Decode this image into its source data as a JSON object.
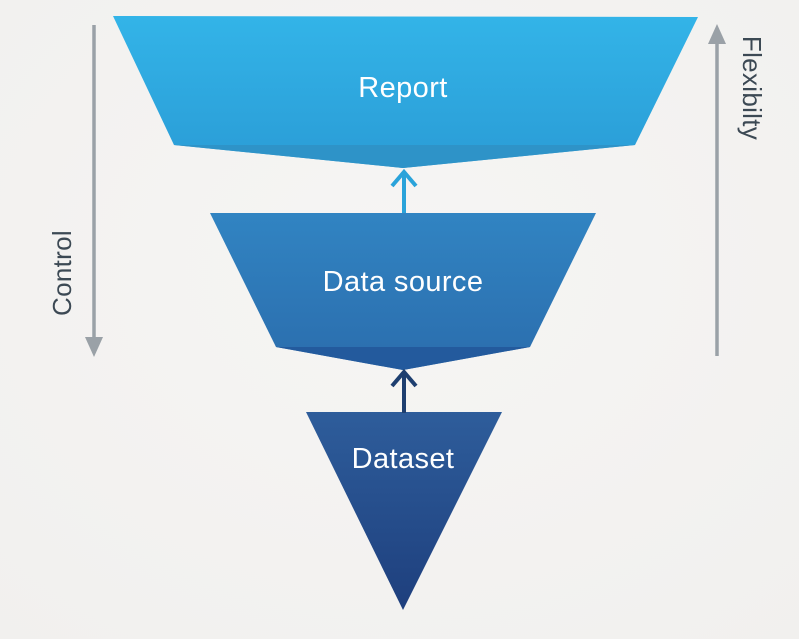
{
  "diagram": {
    "levels": [
      {
        "id": "report",
        "label": "Report"
      },
      {
        "id": "data-source",
        "label": "Data source"
      },
      {
        "id": "dataset",
        "label": "Dataset"
      }
    ],
    "axes": {
      "left": {
        "label": "Control",
        "arrow_direction": "down"
      },
      "right": {
        "label": "Flexibilty",
        "arrow_direction": "up"
      }
    }
  },
  "colors": {
    "report_top": "#33b4e8",
    "report_bottom": "#2a9cd6",
    "report_fold": "#2e93c8",
    "datasource_top": "#3184c2",
    "datasource_bottom": "#2b6dad",
    "datasource_fold": "#235a9d",
    "dataset_top": "#2e5d9b",
    "dataset_bottom": "#1e3f7d",
    "arrow_light": "#2aa3da",
    "arrow_dark": "#1e3f70",
    "axis_arrow": "#9aa1a7",
    "axis_label": "#3c4954",
    "label_text": "#ffffff"
  }
}
